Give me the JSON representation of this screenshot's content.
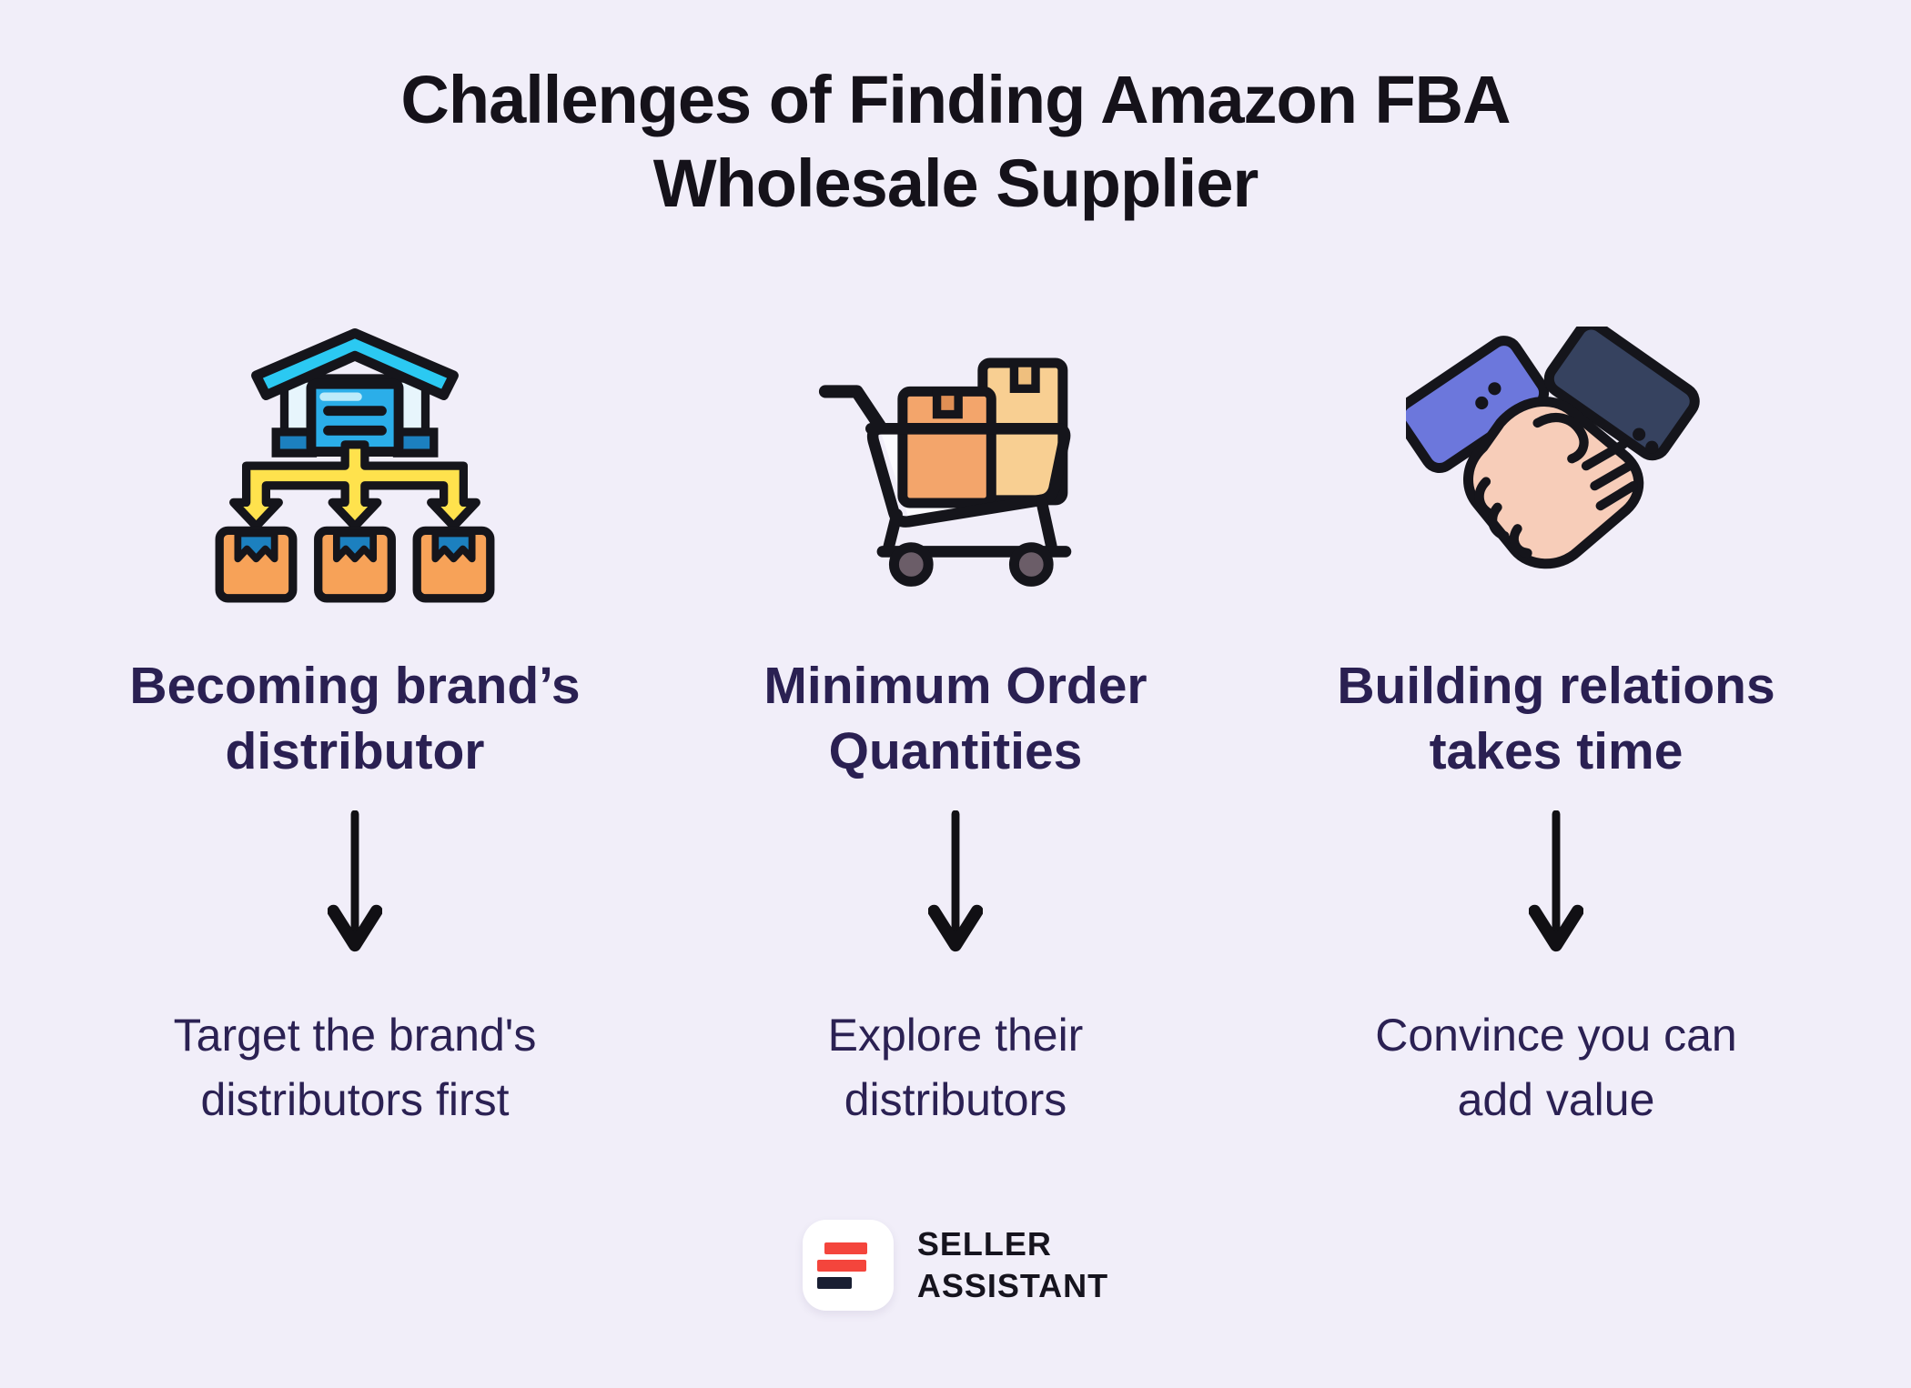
{
  "page": {
    "title": "Challenges of Finding Amazon FBA Wholesale Supplier",
    "background_color": "#F1EEF9",
    "title_color": "#15121A",
    "text_color": "#2B2153"
  },
  "columns": [
    {
      "icon": "warehouse-distribution-icon",
      "heading": "Becoming brand’s distributor",
      "description": "Target the brand's distributors first"
    },
    {
      "icon": "cart-with-boxes-icon",
      "heading": "Minimum Order Quantities",
      "description": "Explore their distributors"
    },
    {
      "icon": "handshake-icon",
      "heading": "Building relations takes time",
      "description": "Convince you can add value"
    }
  ],
  "footer": {
    "brand_name_line1": "SELLER",
    "brand_name_line2": "ASSISTANT",
    "logo_icon": "seller-assistant-logo"
  },
  "colors": {
    "accent_red": "#F4453C",
    "logo_navy": "#191F33",
    "icon_cyan": "#2BC9F2",
    "icon_door_blue": "#2BAEE9",
    "icon_dark_blue": "#1C80BF",
    "icon_yellow": "#FFE24D",
    "icon_orange": "#F7A258",
    "icon_tan": "#F8CF92",
    "sleeve_periwinkle": "#6C77DC",
    "sleeve_navy": "#36425F",
    "skin": "#F7CDB9",
    "arrow_black": "#111014"
  }
}
